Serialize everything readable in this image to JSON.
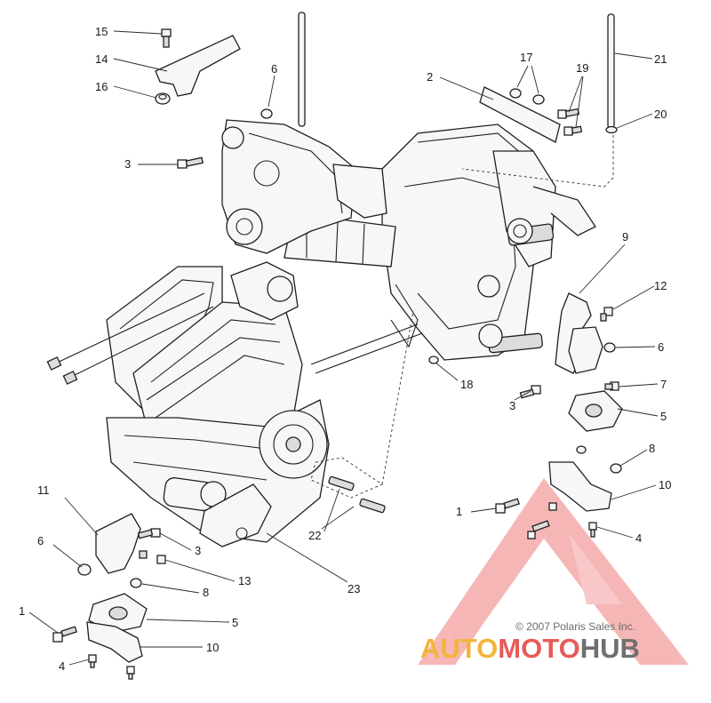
{
  "callouts": {
    "c15": "15",
    "c14": "14",
    "c16": "16",
    "c6a": "6",
    "c3a": "3",
    "c2": "2",
    "c17": "17",
    "c19": "19",
    "c21": "21",
    "c20": "20",
    "c9": "9",
    "c12": "12",
    "c6b": "6",
    "c7": "7",
    "c3b": "3",
    "c5a": "5",
    "c18": "18",
    "c8a": "8",
    "c10a": "10",
    "c1a": "1",
    "c4a": "4",
    "c11": "11",
    "c6c": "6",
    "c3c": "3",
    "c13": "13",
    "c22": "22",
    "c23": "23",
    "c8b": "8",
    "c1b": "1",
    "c5b": "5",
    "c10b": "10",
    "c4b": "4"
  },
  "watermark": {
    "copyright": "© 2007 Polaris Sales Inc.",
    "brand_auto": "AUTO",
    "brand_moto": "MOTO",
    "brand_hub": "HUB",
    "color_auto": "#f2b53a",
    "color_moto": "#e85a5a",
    "color_hub": "#6f6f6f"
  }
}
